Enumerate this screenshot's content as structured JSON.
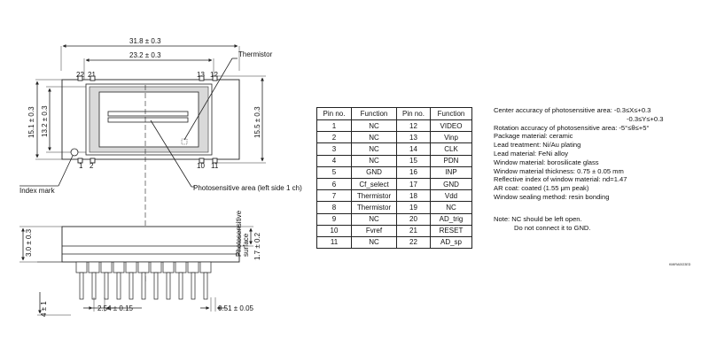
{
  "drawing": {
    "dim_width_total": "31.8 ± 0.3",
    "dim_width_inner": "23.2 ± 0.3",
    "dim_height_outer": "15.1 ± 0.3",
    "dim_height_inner": "13.2 ± 0.3",
    "dim_height_right": "15.5 ± 0.3",
    "dim_side_height": "3.0 ± 0.3",
    "dim_surface": "1.7 ± 0.2",
    "dim_lead_length": "4 ± 1",
    "dim_pitch": "2.54 ± 0.15",
    "dim_lead_width": "0.51 ± 0.05",
    "pin_labels": {
      "p22": "22",
      "p21": "21",
      "p13": "13",
      "p12": "12",
      "p1": "1",
      "p2": "2",
      "p10": "10",
      "p11": "11"
    },
    "label_thermistor": "Thermistor",
    "label_index_mark": "Index mark",
    "label_photosensitive_area": "Photosensitive area (left side 1 ch)",
    "label_surface_line1": "Photosensitive",
    "label_surface_line2": "surface"
  },
  "pin_table": {
    "headers": [
      "Pin no.",
      "Function",
      "Pin no.",
      "Function"
    ],
    "rows": [
      [
        "1",
        "NC",
        "12",
        "VIDEO"
      ],
      [
        "2",
        "NC",
        "13",
        "Vinp"
      ],
      [
        "3",
        "NC",
        "14",
        "CLK"
      ],
      [
        "4",
        "NC",
        "15",
        "PDN"
      ],
      [
        "5",
        "GND",
        "16",
        "INP"
      ],
      [
        "6",
        "Cf_select",
        "17",
        "GND"
      ],
      [
        "7",
        "Thermistor",
        "18",
        "Vdd"
      ],
      [
        "8",
        "Thermistor",
        "19",
        "NC"
      ],
      [
        "9",
        "NC",
        "20",
        "AD_trig"
      ],
      [
        "10",
        "Fvref",
        "21",
        "RESET"
      ],
      [
        "11",
        "NC",
        "22",
        "AD_sp"
      ]
    ]
  },
  "specs": {
    "lines": [
      "Center accuracy of photosensitive area: -0.3≤X≤+0.3",
      "-0.3≤Y≤+0.3",
      "Rotation accuracy of photosensitive area: -5°≤θ≤+5°",
      "Package material: ceramic",
      "Lead treatment: Ni/Au plating",
      "Lead material: FeNi alloy",
      "Window material: borosilicate glass",
      "Window material thickness: 0.75 ± 0.05 mm",
      "Reflective index of window material: nd=1.47",
      "AR coat: coated (1.55 μm peak)",
      "Window sealing method: resin bonding"
    ],
    "note_line1": "Note: NC should be left open.",
    "note_line2": "Do not connect it to GND."
  },
  "figure_code": "KMIRA0023ED"
}
